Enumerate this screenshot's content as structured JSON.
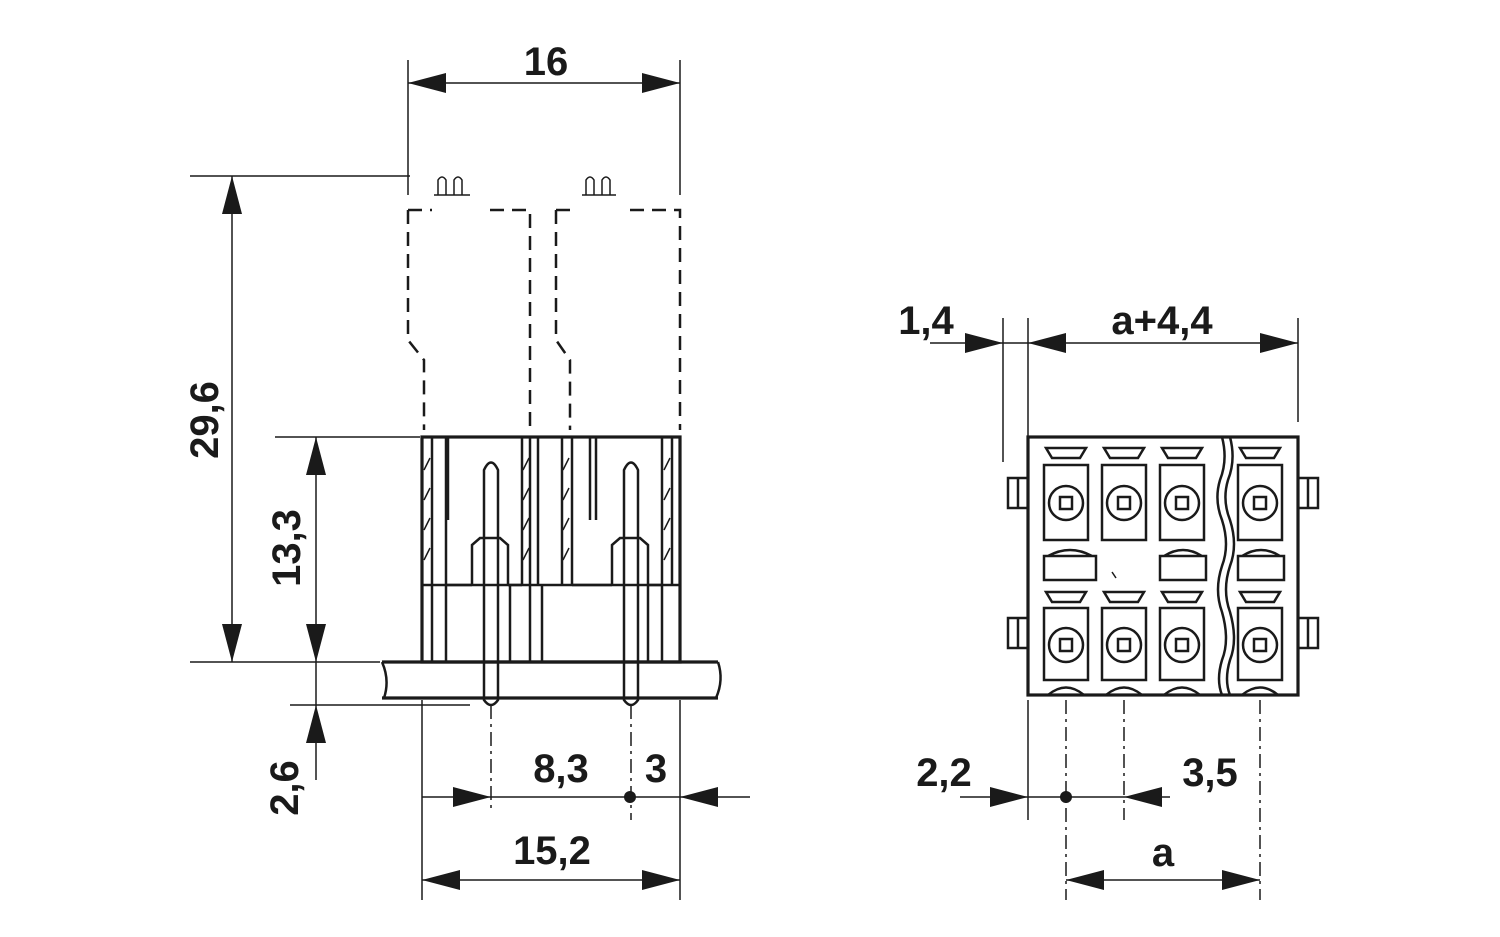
{
  "side_view": {
    "dim_top_width": "16",
    "dim_total_height": "29,6",
    "dim_header_height": "13,3",
    "dim_pin_below": "2,6",
    "dim_pitch": "8,3",
    "dim_edge_offset": "3",
    "dim_bottom_width": "15,2"
  },
  "front_view": {
    "dim_left_margin": "1,4",
    "dim_width_formula": "a+4,4",
    "dim_left_pin_offset": "2,2",
    "dim_pin_pitch": "3,5",
    "dim_total_pitch": "a"
  }
}
